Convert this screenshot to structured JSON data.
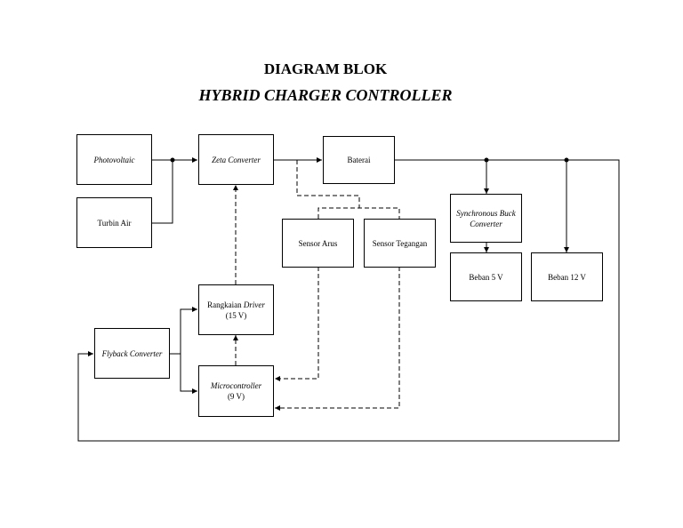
{
  "title": "DIAGRAM BLOK",
  "subtitle": "HYBRID CHARGER CONTROLLER",
  "blocks": {
    "photovoltaic": {
      "line1": "Photovoltaic"
    },
    "turbin": {
      "line1": "Turbin Air"
    },
    "zeta": {
      "line1": "Zeta Converter"
    },
    "baterai": {
      "line1": "Baterai"
    },
    "sensor_arus": {
      "line1": "Sensor Arus"
    },
    "sensor_tegangan": {
      "line1": "Sensor Tegangan"
    },
    "sync_buck": {
      "line1": "Synchronous Buck",
      "line2": "Converter"
    },
    "beban5": {
      "line1": "Beban 5 V"
    },
    "beban12": {
      "line1": "Beban 12 V"
    },
    "driver": {
      "line1a": "Rangkaian ",
      "line1b": "Driver",
      "line2": "(15 V)"
    },
    "flyback": {
      "line1": "Flyback Converter"
    },
    "micro": {
      "line1": "Microcontroller",
      "line2": "(9 V)"
    }
  }
}
